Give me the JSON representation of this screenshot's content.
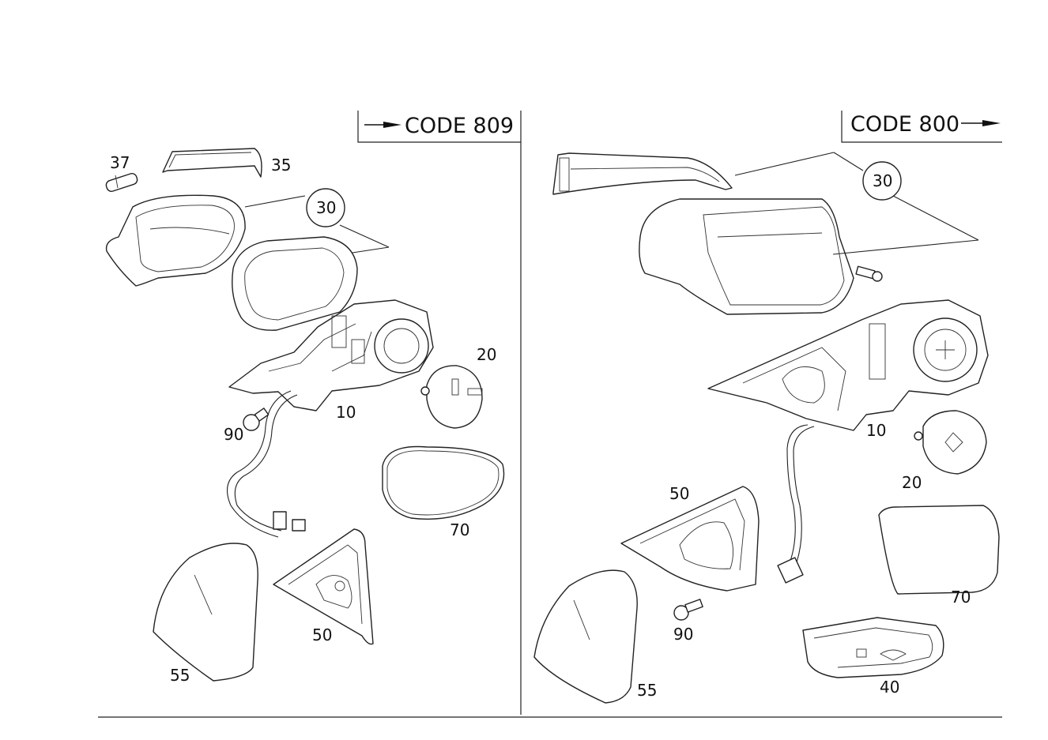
{
  "panels": {
    "left": {
      "code_label": "CODE 809",
      "parts": {
        "p37": "37",
        "p35": "35",
        "p30": "30",
        "p20": "20",
        "p10": "10",
        "p90": "90",
        "p70": "70",
        "p50": "50",
        "p55": "55"
      }
    },
    "right": {
      "code_label": "CODE 800",
      "parts": {
        "p30": "30",
        "p10": "10",
        "p20": "20",
        "p50": "50",
        "p70": "70",
        "p90": "90",
        "p55": "55",
        "p40": "40"
      }
    }
  },
  "icons": {
    "left_arrow": "arrow-right-icon",
    "right_arrow": "arrow-right-icon"
  },
  "colors": {
    "ink": "#111111",
    "background": "#ffffff"
  }
}
